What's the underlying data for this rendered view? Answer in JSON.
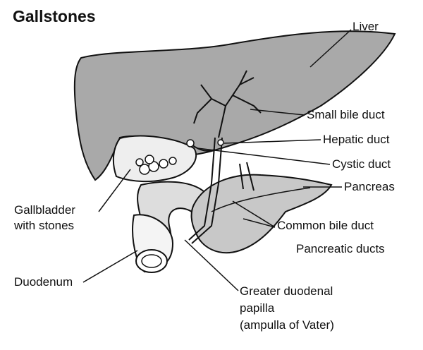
{
  "title": "Gallstones",
  "labels": {
    "liver": "Liver",
    "small_bile_duct": "Small bile duct",
    "hepatic_duct": "Hepatic duct",
    "cystic_duct": "Cystic duct",
    "pancreas": "Pancreas",
    "gallbladder_1": "Gallbladder",
    "gallbladder_2": "with stones",
    "common_bile_duct": "Common bile duct",
    "pancreatic_ducts": "Pancreatic ducts",
    "duodenum": "Duodenum",
    "papilla_1": "Greater duodenal",
    "papilla_2": "papilla",
    "papilla_3": "(ampulla of Vater)"
  },
  "colors": {
    "liver": "#a9a9a9",
    "outline": "#111111",
    "pancreas": "#c8c8c8"
  }
}
